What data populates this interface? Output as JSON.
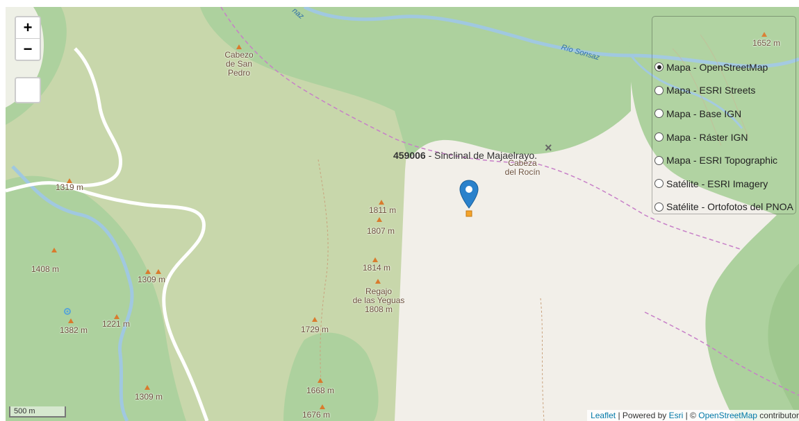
{
  "map": {
    "zoom_in_label": "+",
    "zoom_out_label": "−",
    "scale_label": "500 m"
  },
  "colors": {
    "forest": "#add19e",
    "scrub": "#c8d7ab",
    "bare": "#f2efe9",
    "water": "#aad3df",
    "river": "#a0c8e0",
    "road": "#ffffff",
    "boundary": "#c77fc8",
    "peak": "#d97b2d",
    "marker": "#2a81cb"
  },
  "layers": [
    {
      "label": "Mapa - OpenStreetMap",
      "checked": true
    },
    {
      "label": "Mapa - ESRI Streets",
      "checked": false
    },
    {
      "label": "Mapa - Base IGN",
      "checked": false
    },
    {
      "label": "Mapa - Ráster IGN",
      "checked": false
    },
    {
      "label": "Mapa - ESRI Topographic",
      "checked": false
    },
    {
      "label": "Satélite - ESRI Imagery",
      "checked": false
    },
    {
      "label": "Satélite - Ortofotos del PNOA",
      "checked": false
    }
  ],
  "popup": {
    "id": "459006",
    "text": " - Sinclinal de Majaelrayo.",
    "close_label": "×"
  },
  "labels": {
    "river": "Río Sonsaz",
    "river_top": "naz",
    "peak_1652": "1652 m",
    "cabezo": [
      "Cabezo",
      "de San",
      "Pedro"
    ],
    "cabeza": [
      "Cabeza",
      "del Rocín"
    ],
    "regajo": [
      "Regajo",
      "de las Yeguas",
      "1808 m"
    ],
    "peak_1319": "1319 m",
    "peak_1811": "1811 m",
    "peak_1807": "1807 m",
    "peak_1408": "1408 m",
    "peak_1309a": "1309 m",
    "peak_1814": "1814 m",
    "peak_1221": "1221 m",
    "peak_1382": "1382 m",
    "peak_1729": "1729 m",
    "peak_1668": "1668 m",
    "peak_1309b": "1309 m",
    "peak_1676": "1676 m"
  },
  "attribution": {
    "leaflet": "Leaflet",
    "sep1": " | Powered by ",
    "esri": "Esri",
    "sep2": " | © ",
    "osm": "OpenStreetMap",
    "tail": " contributor"
  }
}
